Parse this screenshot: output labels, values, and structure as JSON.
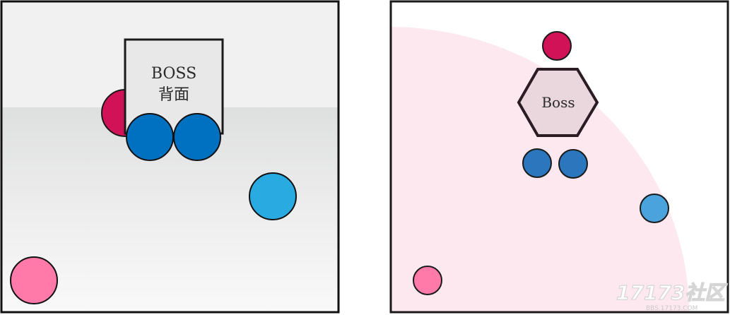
{
  "left_panel": {
    "boss_label_line1": "BOSS",
    "boss_label_line2": "背面"
  },
  "right_panel": {
    "boss_label": "Boss"
  },
  "watermark": {
    "logo_text": "17173社区",
    "url_text": "BBS.17173.COM"
  },
  "colors": {
    "healer": "#ff7aa8",
    "melee_dps": "#d21257",
    "tank": "#0070c0",
    "ranged": "#29abe2",
    "range_zone": "#fde8ef"
  }
}
